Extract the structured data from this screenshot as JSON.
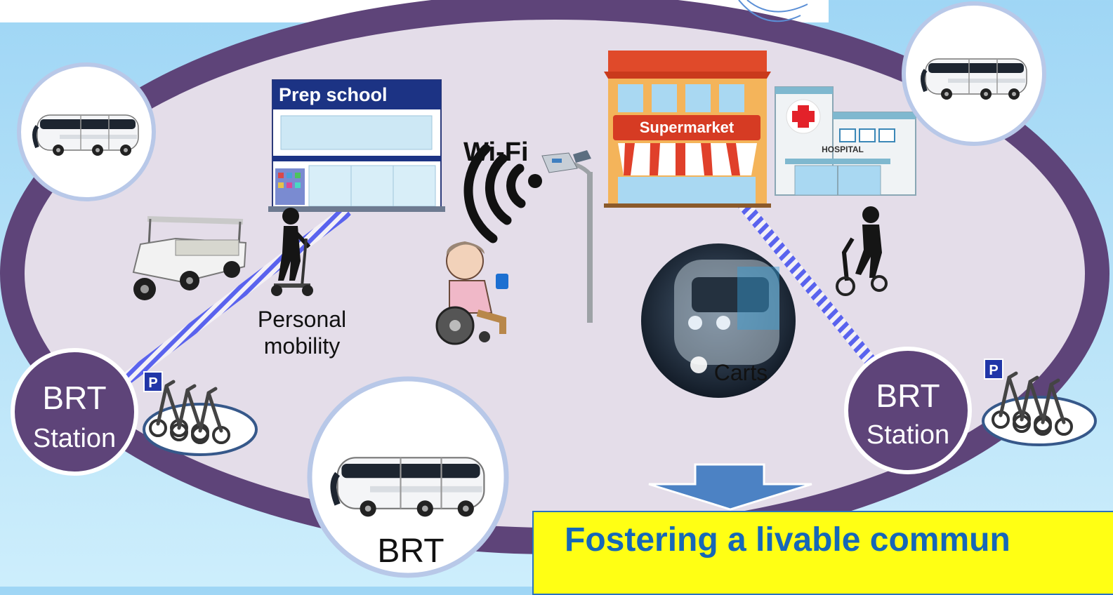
{
  "labels": {
    "prep_school": "Prep school",
    "supermarket": "Supermarket",
    "hospital": "HOSPITAL",
    "wifi": "Wi-Fi",
    "personal_mobility": "Personal mobility",
    "carts": "Carts",
    "brt_station_left": {
      "line1": "BRT",
      "line2": "Station"
    },
    "brt_station_right": {
      "line1": "BRT",
      "line2": "Station"
    },
    "brt_bottom": "BRT",
    "parking_left": "P",
    "parking_right": "P"
  },
  "banner": {
    "text": "Fostering a livable commun"
  },
  "colors": {
    "ring": "#5e4479",
    "ellipse_fill": "#e4dde9",
    "station": "#5e4479",
    "dashed_path": "#5a63ee",
    "banner_bg": "#ffff14",
    "banner_text": "#1667b7",
    "arrow": "#4c82c4"
  },
  "icons": [
    "bus-icon",
    "building-icon",
    "supermarket-icon",
    "hospital-icon",
    "wifi-icon",
    "streetlight-icon",
    "golf-cart-icon",
    "wheelchair-icon",
    "standing-scooter-icon",
    "autonomous-cart-icon",
    "parking-sign-icon",
    "down-arrow-icon"
  ]
}
